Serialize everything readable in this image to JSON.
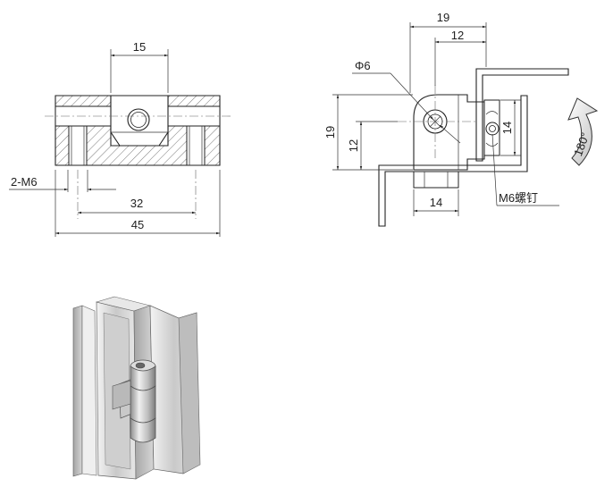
{
  "front_view": {
    "dim_top": "15",
    "dim_thread": "2-M6",
    "dim_mid": "32",
    "dim_total": "45"
  },
  "side_view": {
    "dim_top_outer": "19",
    "dim_top_inner": "12",
    "dim_diameter": "Φ6",
    "dim_left_outer": "19",
    "dim_left_inner": "12",
    "dim_right": "14",
    "dim_bottom": "14",
    "rotation_label": "180°",
    "screw_label": "M6螺钉"
  },
  "colors": {
    "line": "#222222",
    "metal_light": "#e2e2e2",
    "metal_dark": "#9a9a9a"
  }
}
